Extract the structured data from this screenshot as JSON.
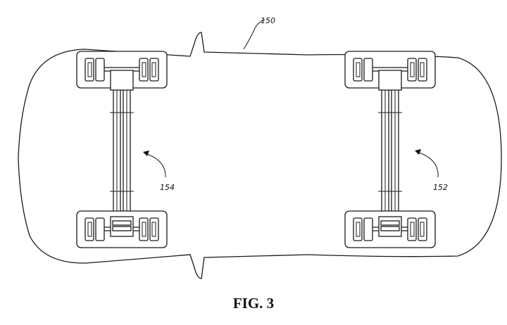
{
  "figure": {
    "caption": "FIG. 3",
    "labels": {
      "vehicle": "150",
      "front_axle": "152",
      "rear_axle": "154"
    }
  }
}
